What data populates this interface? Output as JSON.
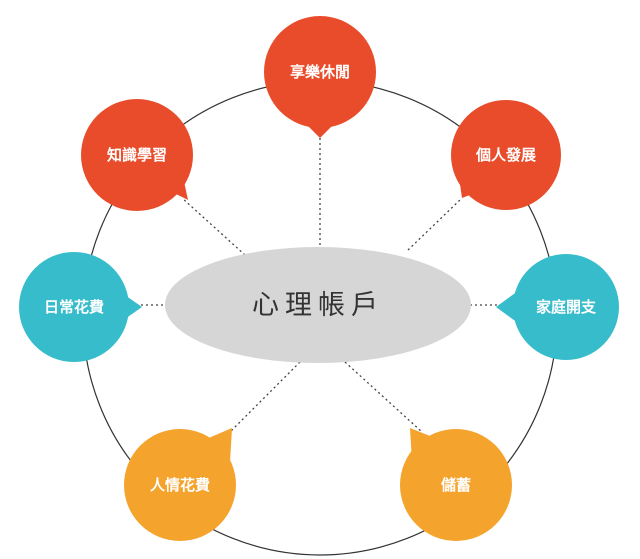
{
  "center": {
    "label": "心理帳戶",
    "color": "#d6d6d6"
  },
  "nodes": [
    {
      "id": "leisure",
      "label": "享樂休閒",
      "color": "#e84c2b"
    },
    {
      "id": "personal",
      "label": "個人發展",
      "color": "#e84c2b"
    },
    {
      "id": "home",
      "label": "家庭開支",
      "color": "#37bccb"
    },
    {
      "id": "savings",
      "label": "儲蓄",
      "color": "#f4a32c"
    },
    {
      "id": "social",
      "label": "人情花費",
      "color": "#f4a32c"
    },
    {
      "id": "daily",
      "label": "日常花費",
      "color": "#37bccb"
    },
    {
      "id": "learning",
      "label": "知識學習",
      "color": "#e84c2b"
    }
  ]
}
